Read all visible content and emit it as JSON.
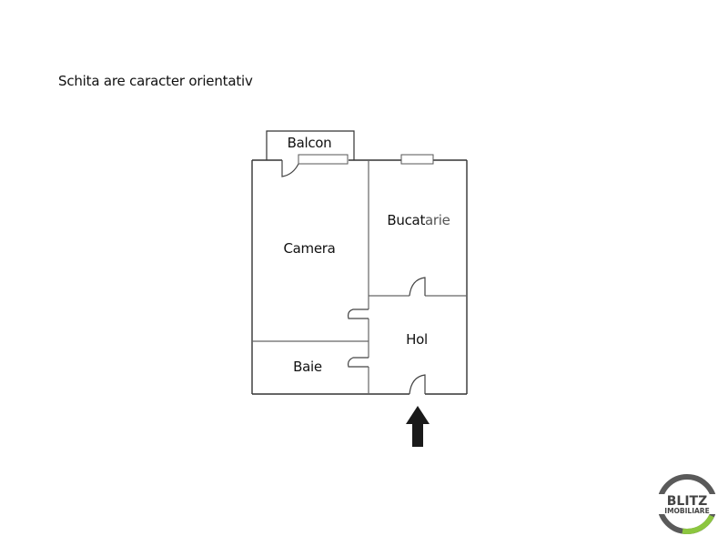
{
  "caption": "Schita are caracter orientativ",
  "rooms": {
    "balcon": "Balcon",
    "camera": "Camera",
    "bucatarie_dark": "Bucat",
    "bucatarie_light": "arie",
    "hol": "Hol",
    "baie": "Baie"
  },
  "entrance": {
    "icon": "arrow-up-icon"
  },
  "logo": {
    "line1": "BLITZ",
    "line2": "IMOBILIARE",
    "ring_color": "#5a5a5a",
    "accent_color": "#8cc63f"
  },
  "colors": {
    "wall": "#333333",
    "partition": "#888888",
    "text": "#111111"
  }
}
